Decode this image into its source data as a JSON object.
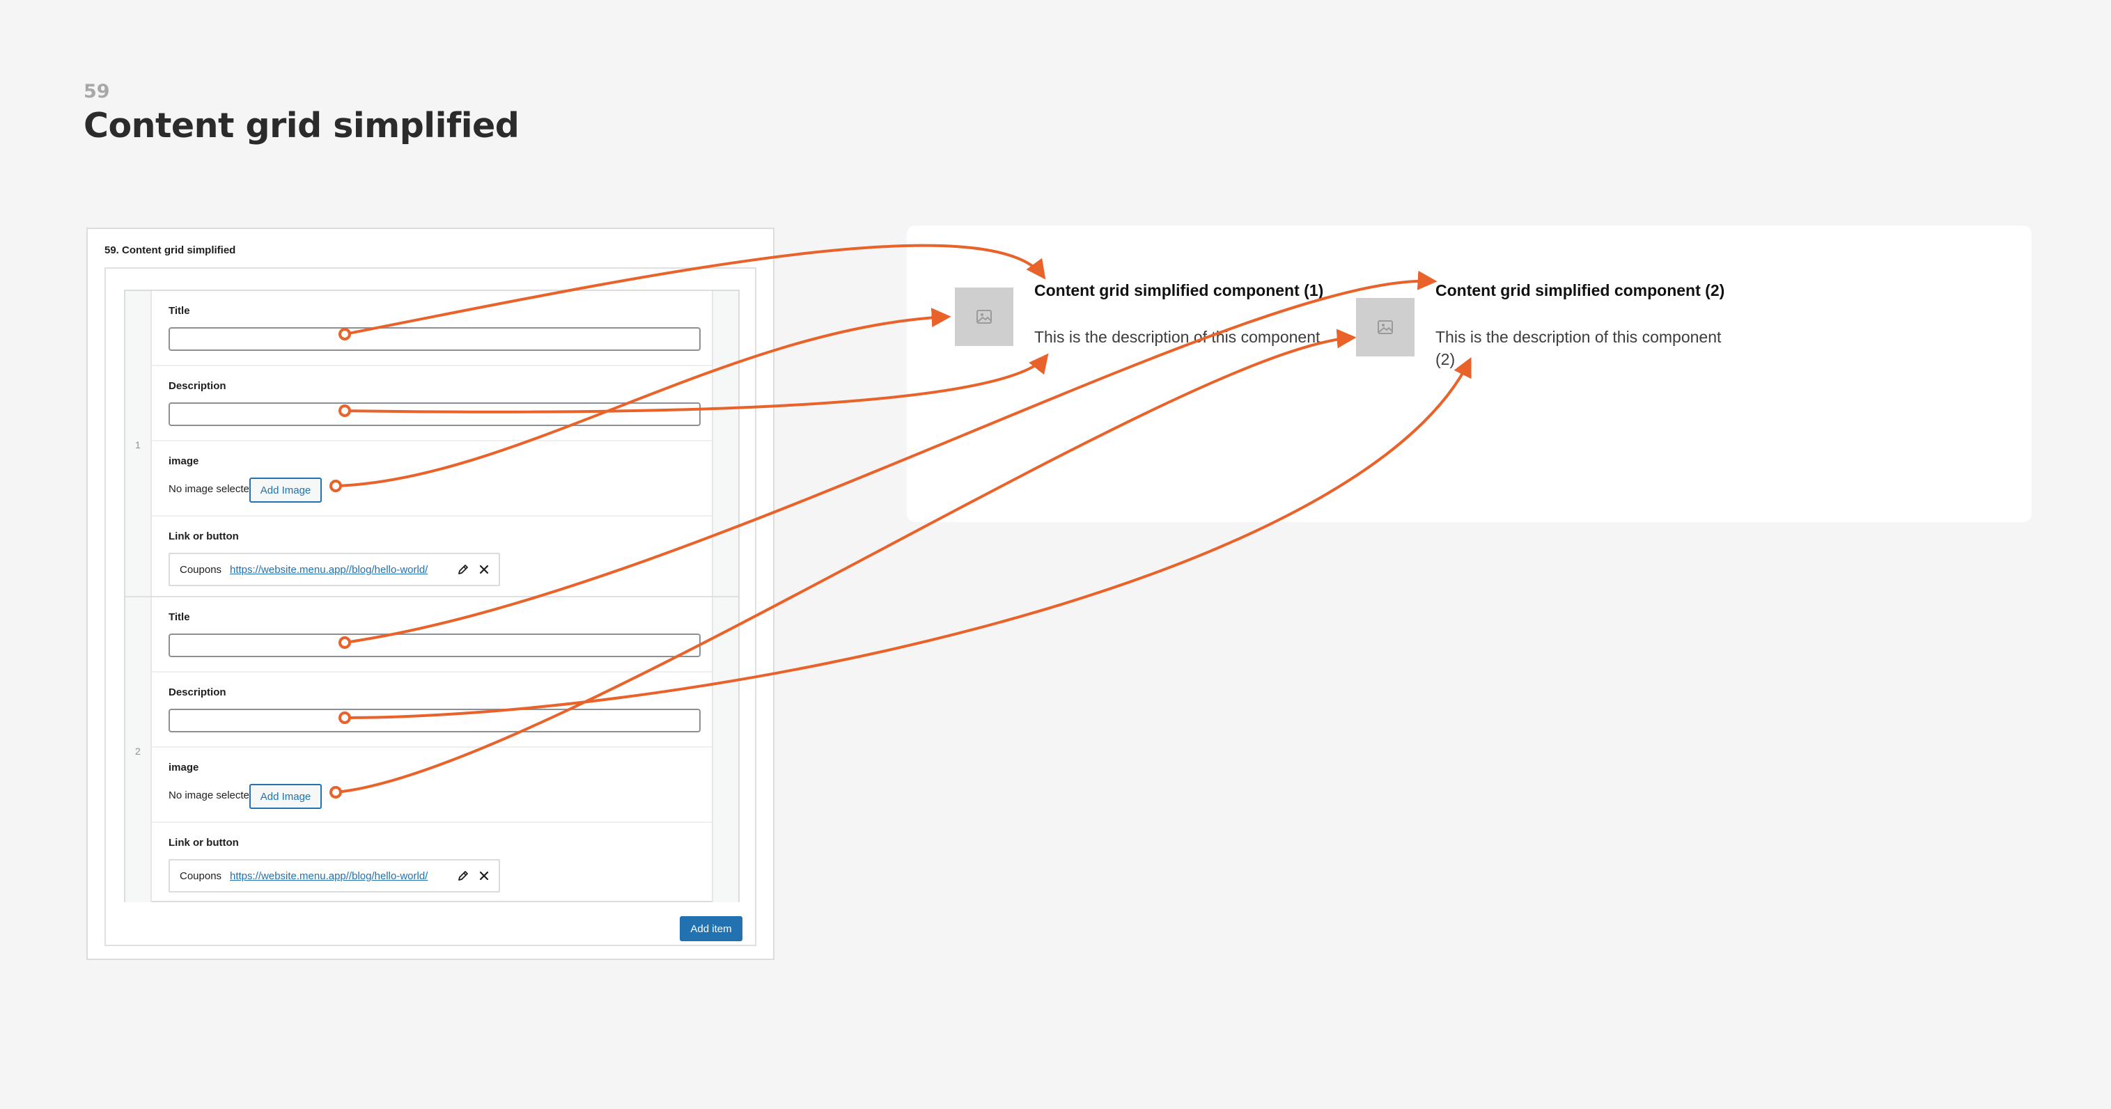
{
  "slide": {
    "number": "59",
    "title": "Content grid simplified"
  },
  "editor": {
    "title": "59. Content grid simplified",
    "items": [
      {
        "number": "1",
        "title_label": "Title",
        "title_value": "",
        "description_label": "Description",
        "description_value": "",
        "image_label": "image",
        "no_image_text": "No image selected",
        "add_image_label": "Add Image",
        "link_label": "Link or button",
        "link_text": "Coupons",
        "link_url": "https://website.menu.app//blog/hello-world/"
      },
      {
        "number": "2",
        "title_label": "Title",
        "title_value": "",
        "description_label": "Description",
        "description_value": "",
        "image_label": "image",
        "no_image_text": "No image selected",
        "add_image_label": "Add Image",
        "link_label": "Link or button",
        "link_text": "Coupons",
        "link_url": "https://website.menu.app//blog/hello-world/"
      }
    ],
    "add_item_label": "Add item"
  },
  "preview": {
    "cards": [
      {
        "title": "Content grid simplified component (1)",
        "description": "This is the description of this component",
        "image_icon": "image-placeholder-icon"
      },
      {
        "title": "Content grid simplified component (2)",
        "description": "This is the description of this component (2)",
        "image_icon": "image-placeholder-icon"
      }
    ]
  },
  "colors": {
    "accent": "#e8622a",
    "button": "#2271b1",
    "background": "#f5f5f5"
  }
}
